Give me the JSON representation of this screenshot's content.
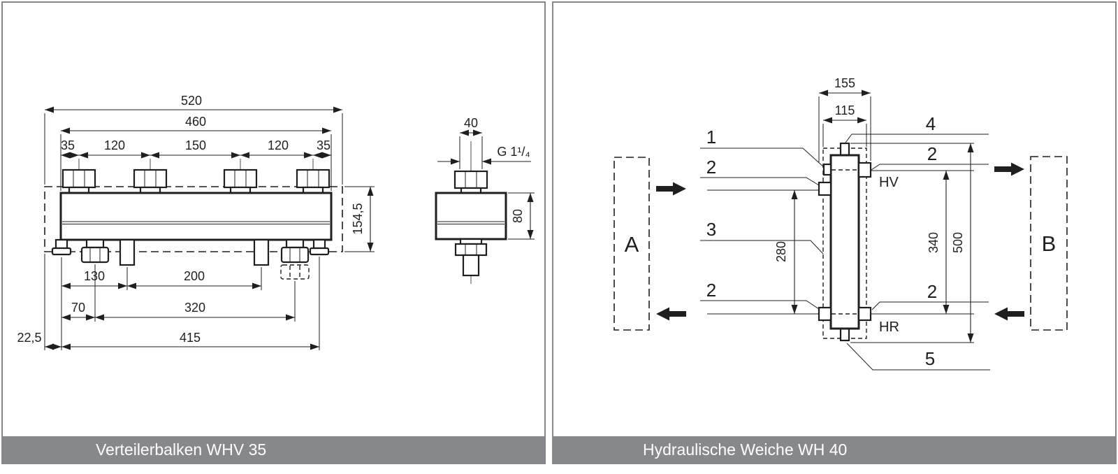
{
  "colors": {
    "line": "#1F1F1F",
    "caption_bar": "#87888C",
    "caption_text": "#FFFFFF",
    "panel_border": "#85878A"
  },
  "left_panel": {
    "caption": "Verteilerbalken WHV 35",
    "front_dims": {
      "overall_width": "520",
      "body_width": "460",
      "spacing_1": "35",
      "spacing_2": "120",
      "spacing_3": "150",
      "spacing_4": "120",
      "spacing_5": "35",
      "overall_height": "154,5",
      "bottom_130": "130",
      "bottom_200": "200",
      "bottom_70": "70",
      "bottom_320": "320",
      "bottom_22_5": "22,5",
      "bottom_415": "415"
    },
    "side_dims": {
      "width": "40",
      "thread": "G 1¹/₄",
      "height": "80"
    }
  },
  "right_panel": {
    "caption": "Hydraulische Weiche WH 40",
    "dims": {
      "depth_overall": "155",
      "depth_insulation": "115",
      "left_conn_span": "280",
      "right_conn_span": "340",
      "overall_height": "500"
    },
    "callouts": {
      "c1": "1",
      "c2_upper_left": "2",
      "c3": "3",
      "c2_lower_left": "2",
      "c4": "4",
      "c2_upper_right": "2",
      "c2_lower_right": "2",
      "c5": "5"
    },
    "ports": {
      "hv": "HV",
      "hr": "HR"
    },
    "zones": {
      "a": "A",
      "b": "B"
    }
  }
}
